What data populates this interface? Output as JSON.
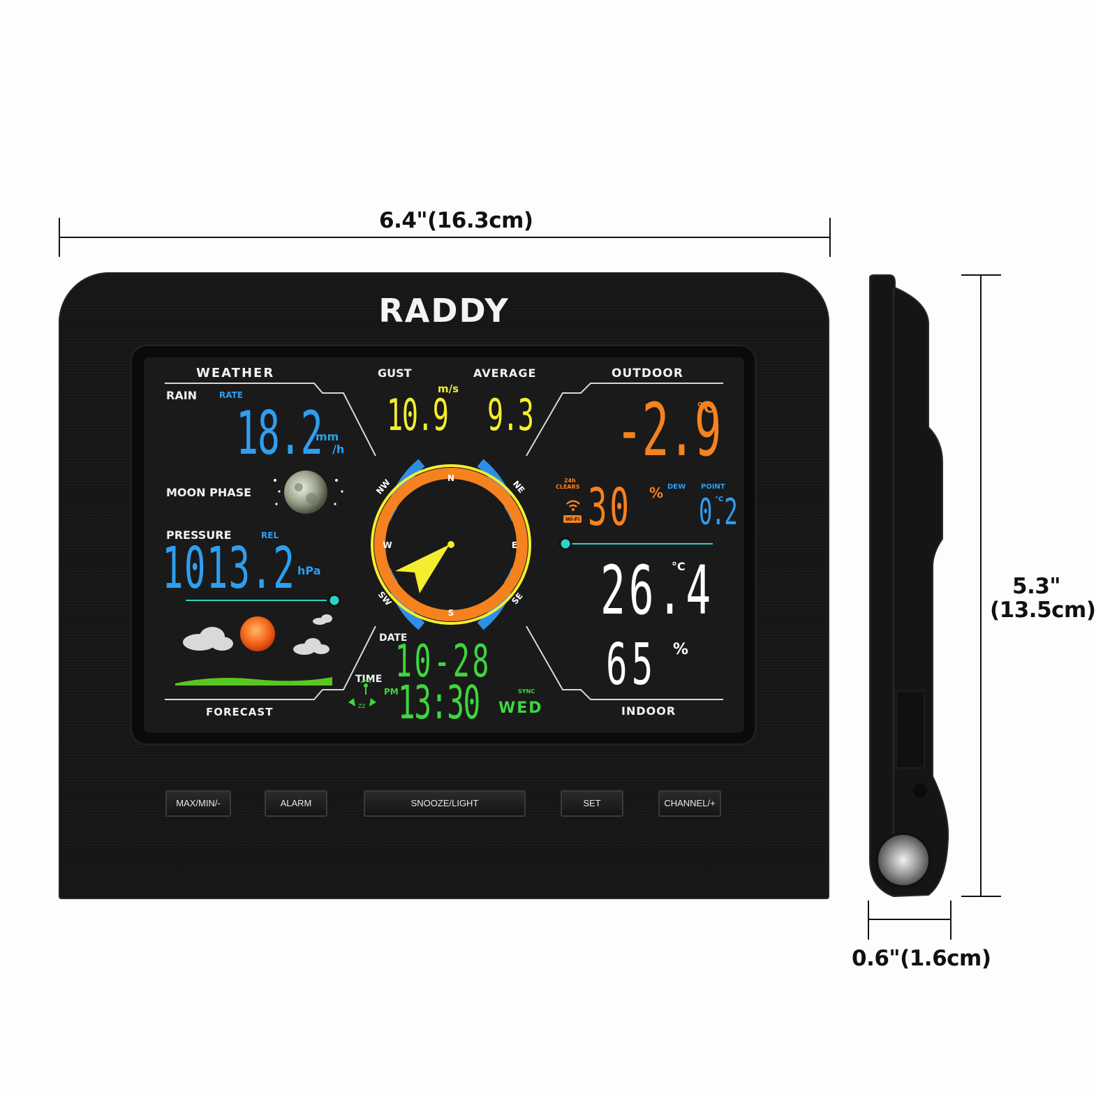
{
  "dimensions": {
    "width": "6.4\"(16.3cm)",
    "height_in": "5.3\"",
    "height_cm": "(13.5cm)",
    "depth": "0.6\"(1.6cm)"
  },
  "brand": "RADDY",
  "display": {
    "weather_label": "WEATHER",
    "rain_label": "RAIN",
    "rate_label": "RATE",
    "rain_value": "18.2",
    "rain_unit_top": "mm",
    "rain_unit_bottom": "/h",
    "moon_phase_label": "MOON PHASE",
    "pressure_label": "PRESSURE",
    "rel_label": "REL",
    "pressure_value": "1013.2",
    "pressure_unit": "hPa",
    "forecast_label": "FORECAST",
    "gust_label": "GUST",
    "average_label": "AVERAGE",
    "wind_unit": "m/s",
    "gust_value": "10.9",
    "average_value": "9.3",
    "compass": [
      "N",
      "NE",
      "E",
      "SE",
      "S",
      "SW",
      "W",
      "NW"
    ],
    "date_label": "DATE",
    "date_value": "10-28",
    "time_label": "TIME",
    "pm_label": "PM",
    "time_value": "13:30",
    "weekday": "WED",
    "sync_label": "SYNC",
    "outdoor_label": "OUTDOOR",
    "outdoor_temp": "-2.9",
    "temp_unit": "°C",
    "clears_label_1": "24h",
    "clears_label_2": "CLEARS",
    "wifi_label": "Wi-Fi",
    "outdoor_humidity": "30",
    "percent": "%",
    "dew_label": "DEW",
    "point_label": "POINT",
    "dew_value": "0.2",
    "indoor_temp": "26.4",
    "indoor_humidity": "65",
    "indoor_label": "INDOOR"
  },
  "buttons": [
    "MAX/MIN/-",
    "ALARM",
    "SNOOZE/LIGHT",
    "SET",
    "CHANNEL/+"
  ],
  "colors": {
    "blue": "#2e9ff0",
    "yellow": "#f4ee2e",
    "orange": "#f5821f",
    "green": "#3ed63e",
    "cyan": "#2bd3c7"
  }
}
